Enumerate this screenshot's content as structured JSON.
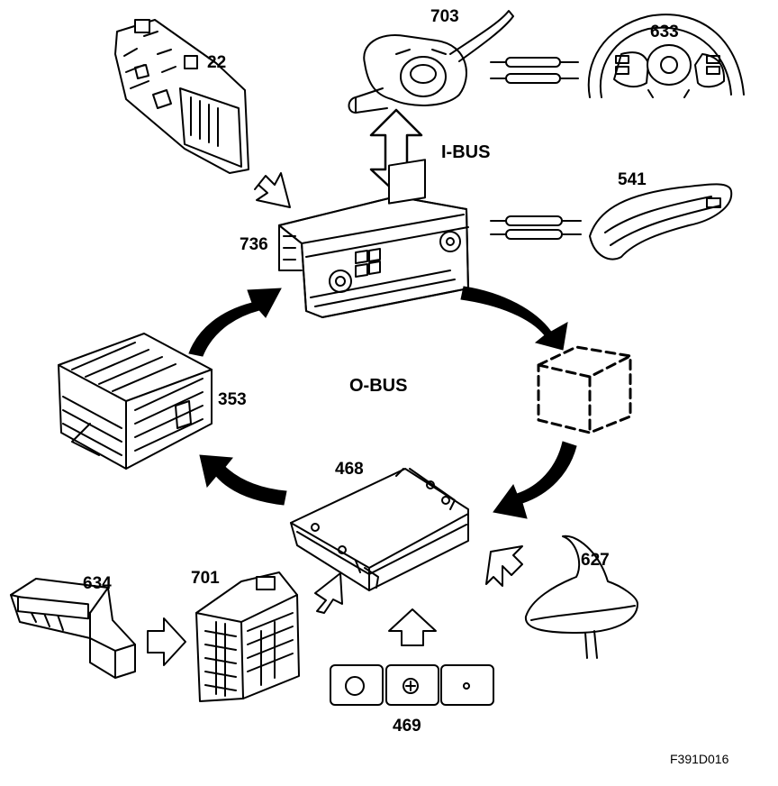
{
  "components": {
    "c22": "22",
    "c703": "703",
    "c633": "633",
    "c541": "541",
    "c736": "736",
    "c353": "353",
    "c468": "468",
    "c634": "634",
    "c701": "701",
    "c627": "627",
    "c469": "469"
  },
  "buses": {
    "ibus": "I-BUS",
    "obus": "O-BUS"
  },
  "figure_code": "F391D016",
  "colors": {
    "line": "#000000",
    "background": "#ffffff",
    "arrow_fill": "#000000"
  }
}
